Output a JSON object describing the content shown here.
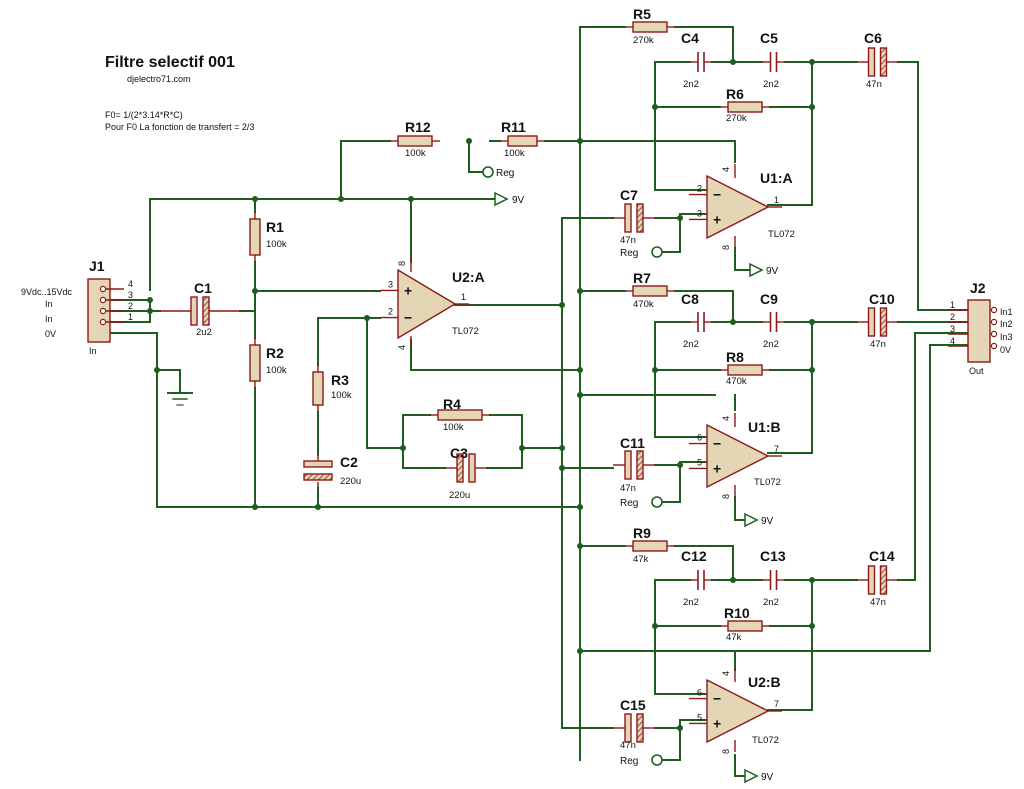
{
  "title": "Filtre selectif 001",
  "subtitle": "djelectro71.com",
  "notes": [
    "F0= 1/(2*3.14*R*C)",
    "Pour F0 La fonction de transfert = 2/3"
  ],
  "resistors": {
    "R1": {
      "ref": "R1",
      "value": "100k"
    },
    "R2": {
      "ref": "R2",
      "value": "100k"
    },
    "R3": {
      "ref": "R3",
      "value": "100k"
    },
    "R4": {
      "ref": "R4",
      "value": "100k"
    },
    "R5": {
      "ref": "R5",
      "value": "270k"
    },
    "R6": {
      "ref": "R6",
      "value": "270k"
    },
    "R7": {
      "ref": "R7",
      "value": "470k"
    },
    "R8": {
      "ref": "R8",
      "value": "470k"
    },
    "R9": {
      "ref": "R9",
      "value": "47k"
    },
    "R10": {
      "ref": "R10",
      "value": "47k"
    },
    "R11": {
      "ref": "R11",
      "value": "100k"
    },
    "R12": {
      "ref": "R12",
      "value": "100k"
    }
  },
  "capacitors": {
    "C1": {
      "ref": "C1",
      "value": "2u2"
    },
    "C2": {
      "ref": "C2",
      "value": "220u"
    },
    "C3": {
      "ref": "C3",
      "value": "220u"
    },
    "C4": {
      "ref": "C4",
      "value": "2n2"
    },
    "C5": {
      "ref": "C5",
      "value": "2n2"
    },
    "C6": {
      "ref": "C6",
      "value": "47n"
    },
    "C7": {
      "ref": "C7",
      "value": "47n"
    },
    "C8": {
      "ref": "C8",
      "value": "2n2"
    },
    "C9": {
      "ref": "C9",
      "value": "2n2"
    },
    "C10": {
      "ref": "C10",
      "value": "47n"
    },
    "C11": {
      "ref": "C11",
      "value": "47n"
    },
    "C12": {
      "ref": "C12",
      "value": "2n2"
    },
    "C13": {
      "ref": "C13",
      "value": "2n2"
    },
    "C14": {
      "ref": "C14",
      "value": "47n"
    },
    "C15": {
      "ref": "C15",
      "value": "47n"
    }
  },
  "opamps": {
    "U2A": {
      "ref": "U2:A",
      "type": "TL072",
      "pin_in_plus": "3",
      "pin_in_minus": "2",
      "pin_out": "1",
      "pin_vcc": "8",
      "pin_gnd": "4"
    },
    "U1A": {
      "ref": "U1:A",
      "type": "TL072",
      "pin_in_plus": "3",
      "pin_in_minus": "2",
      "pin_out": "1",
      "pin_vcc": "4",
      "pin_gnd": "8"
    },
    "U1B": {
      "ref": "U1:B",
      "type": "TL072",
      "pin_in_plus": "5",
      "pin_in_minus": "6",
      "pin_out": "7",
      "pin_vcc": "4",
      "pin_gnd": "8"
    },
    "U2B": {
      "ref": "U2:B",
      "type": "TL072",
      "pin_in_plus": "5",
      "pin_in_minus": "6",
      "pin_out": "7",
      "pin_vcc": "4",
      "pin_gnd": "8"
    }
  },
  "connectors": {
    "J1": {
      "ref": "J1",
      "sub": "In",
      "pins": [
        "4",
        "3",
        "2",
        "1"
      ],
      "labels": [
        "9Vdc..15Vdc",
        "In",
        "In",
        "0V"
      ]
    },
    "J2": {
      "ref": "J2",
      "sub": "Out",
      "pins": [
        "1",
        "2",
        "3",
        "4"
      ],
      "labels": [
        "In1",
        "In2",
        "In3",
        "0V"
      ]
    }
  },
  "net_labels": {
    "reg": "Reg",
    "v9": "9V"
  },
  "symbols": {
    "plus": "+",
    "minus": "−"
  }
}
